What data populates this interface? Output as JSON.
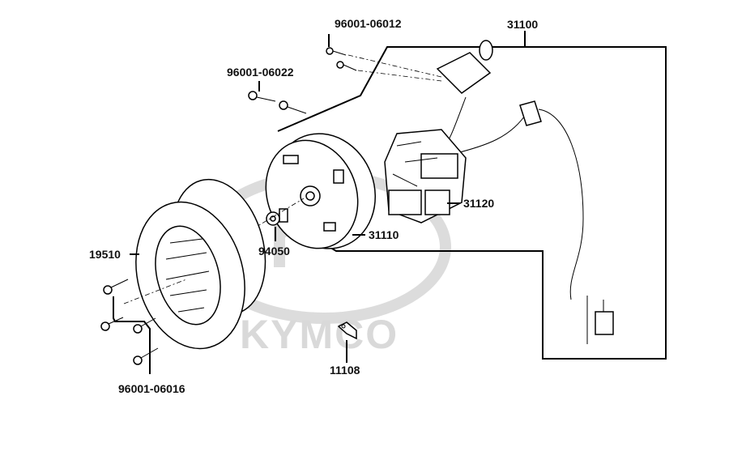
{
  "watermark": {
    "brand": "KYMCO"
  },
  "callouts": {
    "screw_top": "96001-06012",
    "assembly": "31100",
    "screw_left": "96001-06022",
    "stator": "31120",
    "flywheel": "31110",
    "nut": "94050",
    "fan": "19510",
    "clamp": "11108",
    "screw_fan": "96001-06016"
  },
  "colors": {
    "line": "#000000",
    "watermark": "#d9d9d9"
  }
}
